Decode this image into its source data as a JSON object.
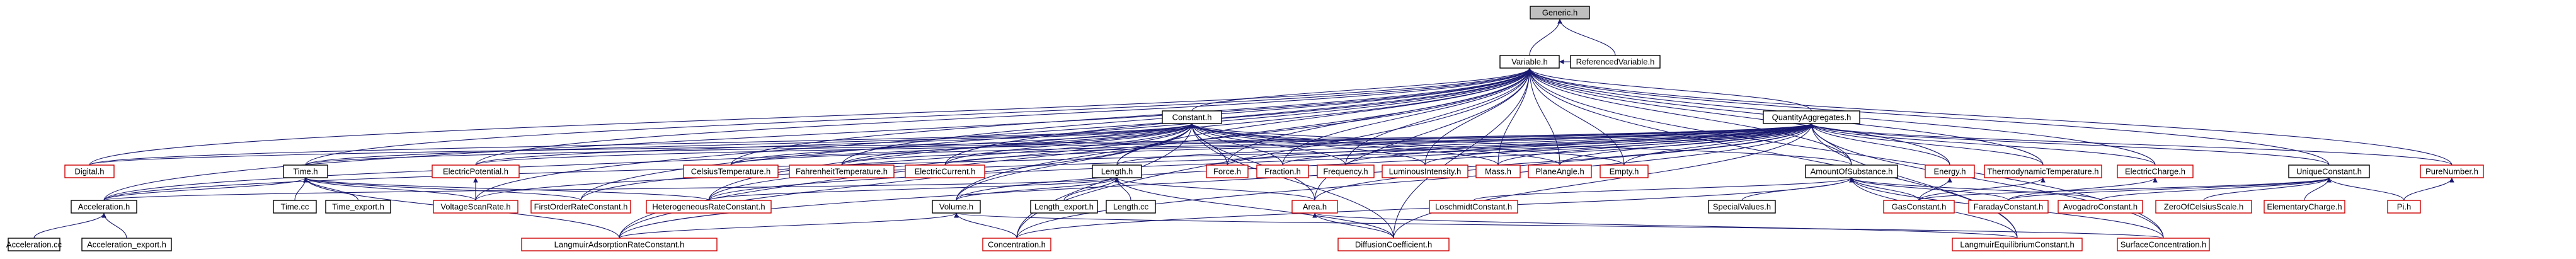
{
  "diagram": {
    "title": "",
    "nodes": [
      {
        "id": "generic",
        "label": "Generic.h",
        "style": "root"
      },
      {
        "id": "variable",
        "label": "Variable.h",
        "style": "black"
      },
      {
        "id": "refvar",
        "label": "ReferencedVariable.h",
        "style": "black"
      },
      {
        "id": "constant",
        "label": "Constant.h",
        "style": "black"
      },
      {
        "id": "qagg",
        "label": "QuantityAggregates.h",
        "style": "black"
      },
      {
        "id": "digital",
        "label": "Digital.h",
        "style": "red"
      },
      {
        "id": "time",
        "label": "Time.h",
        "style": "black"
      },
      {
        "id": "epot",
        "label": "ElectricPotential.h",
        "style": "red"
      },
      {
        "id": "celsius",
        "label": "CelsiusTemperature.h",
        "style": "red"
      },
      {
        "id": "fahrenheit",
        "label": "FahrenheitTemperature.h",
        "style": "red"
      },
      {
        "id": "ecurrent",
        "label": "ElectricCurrent.h",
        "style": "red"
      },
      {
        "id": "length",
        "label": "Length.h",
        "style": "black"
      },
      {
        "id": "force",
        "label": "Force.h",
        "style": "red"
      },
      {
        "id": "fraction",
        "label": "Fraction.h",
        "style": "red"
      },
      {
        "id": "frequency",
        "label": "Frequency.h",
        "style": "red"
      },
      {
        "id": "luminous",
        "label": "LuminousIntensity.h",
        "style": "red"
      },
      {
        "id": "mass",
        "label": "Mass.h",
        "style": "red"
      },
      {
        "id": "planeangle",
        "label": "PlaneAngle.h",
        "style": "red"
      },
      {
        "id": "empty",
        "label": "Empty.h",
        "style": "red"
      },
      {
        "id": "amount",
        "label": "AmountOfSubstance.h",
        "style": "black"
      },
      {
        "id": "energy",
        "label": "Energy.h",
        "style": "red"
      },
      {
        "id": "thermo",
        "label": "ThermodynamicTemperature.h",
        "style": "red"
      },
      {
        "id": "echarge",
        "label": "ElectricCharge.h",
        "style": "red"
      },
      {
        "id": "unique",
        "label": "UniqueConstant.h",
        "style": "black"
      },
      {
        "id": "purenum",
        "label": "PureNumber.h",
        "style": "red"
      },
      {
        "id": "accel",
        "label": "Acceleration.h",
        "style": "black"
      },
      {
        "id": "timecc",
        "label": "Time.cc",
        "style": "black"
      },
      {
        "id": "timeexp",
        "label": "Time_export.h",
        "style": "black"
      },
      {
        "id": "vscan",
        "label": "VoltageScanRate.h",
        "style": "red"
      },
      {
        "id": "firstorder",
        "label": "FirstOrderRateConstant.h",
        "style": "red"
      },
      {
        "id": "hetero",
        "label": "HeterogeneousRateConstant.h",
        "style": "red"
      },
      {
        "id": "volume",
        "label": "Volume.h",
        "style": "black"
      },
      {
        "id": "lengthexp",
        "label": "Length_export.h",
        "style": "black"
      },
      {
        "id": "lengthcc",
        "label": "Length.cc",
        "style": "black"
      },
      {
        "id": "area",
        "label": "Area.h",
        "style": "red"
      },
      {
        "id": "loschmidt",
        "label": "LoschmidtConstant.h",
        "style": "red"
      },
      {
        "id": "special",
        "label": "SpecialValues.h",
        "style": "black"
      },
      {
        "id": "gasconst",
        "label": "GasConstant.h",
        "style": "red"
      },
      {
        "id": "faraday",
        "label": "FaradayConstant.h",
        "style": "red"
      },
      {
        "id": "avogadro",
        "label": "AvogadroConstant.h",
        "style": "red"
      },
      {
        "id": "zerocelsius",
        "label": "ZeroOfCelsiusScale.h",
        "style": "red"
      },
      {
        "id": "elemcharge",
        "label": "ElementaryCharge.h",
        "style": "red"
      },
      {
        "id": "pi",
        "label": "Pi.h",
        "style": "red"
      },
      {
        "id": "accelcc",
        "label": "Acceleration.cc",
        "style": "black"
      },
      {
        "id": "accelexp",
        "label": "Acceleration_export.h",
        "style": "black"
      },
      {
        "id": "langads",
        "label": "LangmuirAdsorptionRateConstant.h",
        "style": "red"
      },
      {
        "id": "concentration",
        "label": "Concentration.h",
        "style": "red"
      },
      {
        "id": "diffusion",
        "label": "DiffusionCoefficient.h",
        "style": "red"
      },
      {
        "id": "langeq",
        "label": "LangmuirEquilibriumConstant.h",
        "style": "red"
      },
      {
        "id": "surfconc",
        "label": "SurfaceConcentration.h",
        "style": "red"
      }
    ],
    "edges": [
      [
        "variable",
        "generic"
      ],
      [
        "refvar",
        "generic"
      ],
      [
        "refvar",
        "variable"
      ],
      [
        "constant",
        "variable"
      ],
      [
        "qagg",
        "variable"
      ],
      [
        "digital",
        "variable"
      ],
      [
        "time",
        "variable"
      ],
      [
        "epot",
        "variable"
      ],
      [
        "celsius",
        "variable"
      ],
      [
        "fahrenheit",
        "variable"
      ],
      [
        "ecurrent",
        "variable"
      ],
      [
        "length",
        "variable"
      ],
      [
        "force",
        "variable"
      ],
      [
        "fraction",
        "variable"
      ],
      [
        "frequency",
        "variable"
      ],
      [
        "luminous",
        "variable"
      ],
      [
        "mass",
        "variable"
      ],
      [
        "planeangle",
        "variable"
      ],
      [
        "empty",
        "variable"
      ],
      [
        "amount",
        "variable"
      ],
      [
        "energy",
        "variable"
      ],
      [
        "thermo",
        "variable"
      ],
      [
        "echarge",
        "variable"
      ],
      [
        "unique",
        "variable"
      ],
      [
        "purenum",
        "variable"
      ],
      [
        "accel",
        "variable"
      ],
      [
        "vscan",
        "variable"
      ],
      [
        "firstorder",
        "variable"
      ],
      [
        "hetero",
        "variable"
      ],
      [
        "volume",
        "variable"
      ],
      [
        "area",
        "variable"
      ],
      [
        "langads",
        "variable"
      ],
      [
        "concentration",
        "variable"
      ],
      [
        "diffusion",
        "variable"
      ],
      [
        "langeq",
        "variable"
      ],
      [
        "surfconc",
        "variable"
      ],
      [
        "digital",
        "qagg"
      ],
      [
        "time",
        "qagg"
      ],
      [
        "epot",
        "qagg"
      ],
      [
        "celsius",
        "qagg"
      ],
      [
        "fahrenheit",
        "qagg"
      ],
      [
        "ecurrent",
        "qagg"
      ],
      [
        "length",
        "qagg"
      ],
      [
        "force",
        "qagg"
      ],
      [
        "fraction",
        "qagg"
      ],
      [
        "frequency",
        "qagg"
      ],
      [
        "luminous",
        "qagg"
      ],
      [
        "mass",
        "qagg"
      ],
      [
        "planeangle",
        "qagg"
      ],
      [
        "empty",
        "qagg"
      ],
      [
        "amount",
        "qagg"
      ],
      [
        "energy",
        "qagg"
      ],
      [
        "thermo",
        "qagg"
      ],
      [
        "echarge",
        "qagg"
      ],
      [
        "unique",
        "qagg"
      ],
      [
        "purenum",
        "qagg"
      ],
      [
        "accel",
        "qagg"
      ],
      [
        "vscan",
        "qagg"
      ],
      [
        "hetero",
        "qagg"
      ],
      [
        "volume",
        "qagg"
      ],
      [
        "area",
        "qagg"
      ],
      [
        "langads",
        "qagg"
      ],
      [
        "concentration",
        "qagg"
      ],
      [
        "diffusion",
        "qagg"
      ],
      [
        "langeq",
        "qagg"
      ],
      [
        "surfconc",
        "qagg"
      ],
      [
        "digital",
        "constant"
      ],
      [
        "time",
        "constant"
      ],
      [
        "epot",
        "constant"
      ],
      [
        "celsius",
        "constant"
      ],
      [
        "fahrenheit",
        "constant"
      ],
      [
        "ecurrent",
        "constant"
      ],
      [
        "length",
        "constant"
      ],
      [
        "force",
        "constant"
      ],
      [
        "fraction",
        "constant"
      ],
      [
        "frequency",
        "constant"
      ],
      [
        "luminous",
        "constant"
      ],
      [
        "mass",
        "constant"
      ],
      [
        "planeangle",
        "constant"
      ],
      [
        "empty",
        "constant"
      ],
      [
        "amount",
        "constant"
      ],
      [
        "accel",
        "constant"
      ],
      [
        "firstorder",
        "constant"
      ],
      [
        "hetero",
        "constant"
      ],
      [
        "volume",
        "constant"
      ],
      [
        "area",
        "constant"
      ],
      [
        "langads",
        "constant"
      ],
      [
        "concentration",
        "constant"
      ],
      [
        "diffusion",
        "constant"
      ],
      [
        "accel",
        "time"
      ],
      [
        "timecc",
        "time"
      ],
      [
        "timeexp",
        "time"
      ],
      [
        "vscan",
        "time"
      ],
      [
        "firstorder",
        "time"
      ],
      [
        "hetero",
        "time"
      ],
      [
        "langads",
        "time"
      ],
      [
        "vscan",
        "epot"
      ],
      [
        "volume",
        "length"
      ],
      [
        "lengthexp",
        "length"
      ],
      [
        "lengthcc",
        "length"
      ],
      [
        "area",
        "length"
      ],
      [
        "accel",
        "length"
      ],
      [
        "diffusion",
        "length"
      ],
      [
        "hetero",
        "length"
      ],
      [
        "concentration",
        "volume"
      ],
      [
        "langads",
        "volume"
      ],
      [
        "surfconc",
        "volume"
      ],
      [
        "gasconst",
        "energy"
      ],
      [
        "gasconst",
        "thermo"
      ],
      [
        "gasconst",
        "amount"
      ],
      [
        "loschmidt",
        "amount"
      ],
      [
        "special",
        "amount"
      ],
      [
        "faraday",
        "amount"
      ],
      [
        "faraday",
        "echarge"
      ],
      [
        "avogadro",
        "amount"
      ],
      [
        "concentration",
        "amount"
      ],
      [
        "langeq",
        "amount"
      ],
      [
        "surfconc",
        "amount"
      ],
      [
        "diffusion",
        "area"
      ],
      [
        "langeq",
        "area"
      ],
      [
        "gasconst",
        "unique"
      ],
      [
        "faraday",
        "unique"
      ],
      [
        "avogadro",
        "unique"
      ],
      [
        "zerocelsius",
        "unique"
      ],
      [
        "elemcharge",
        "unique"
      ],
      [
        "pi",
        "unique"
      ],
      [
        "pi",
        "purenum"
      ],
      [
        "accelcc",
        "accel"
      ],
      [
        "accelexp",
        "accel"
      ]
    ]
  }
}
